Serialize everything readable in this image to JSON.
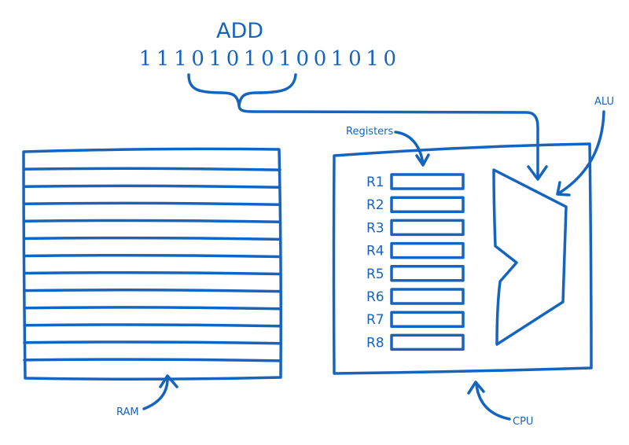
{
  "instruction": {
    "label": "ADD",
    "bits": [
      "1",
      "1",
      "1",
      "0",
      "1",
      "0",
      "1",
      "0",
      "1",
      "0",
      "0",
      "1",
      "0",
      "1",
      "0"
    ]
  },
  "labels": {
    "alu": "ALU",
    "registers": "Registers",
    "ram": "RAM",
    "cpu": "CPU"
  },
  "registers": [
    "R1",
    "R2",
    "R3",
    "R4",
    "R5",
    "R6",
    "R7",
    "R8"
  ],
  "ram": {
    "row_count": 13
  },
  "colors": {
    "ink": "#1565c0",
    "background": "#ffffff"
  }
}
